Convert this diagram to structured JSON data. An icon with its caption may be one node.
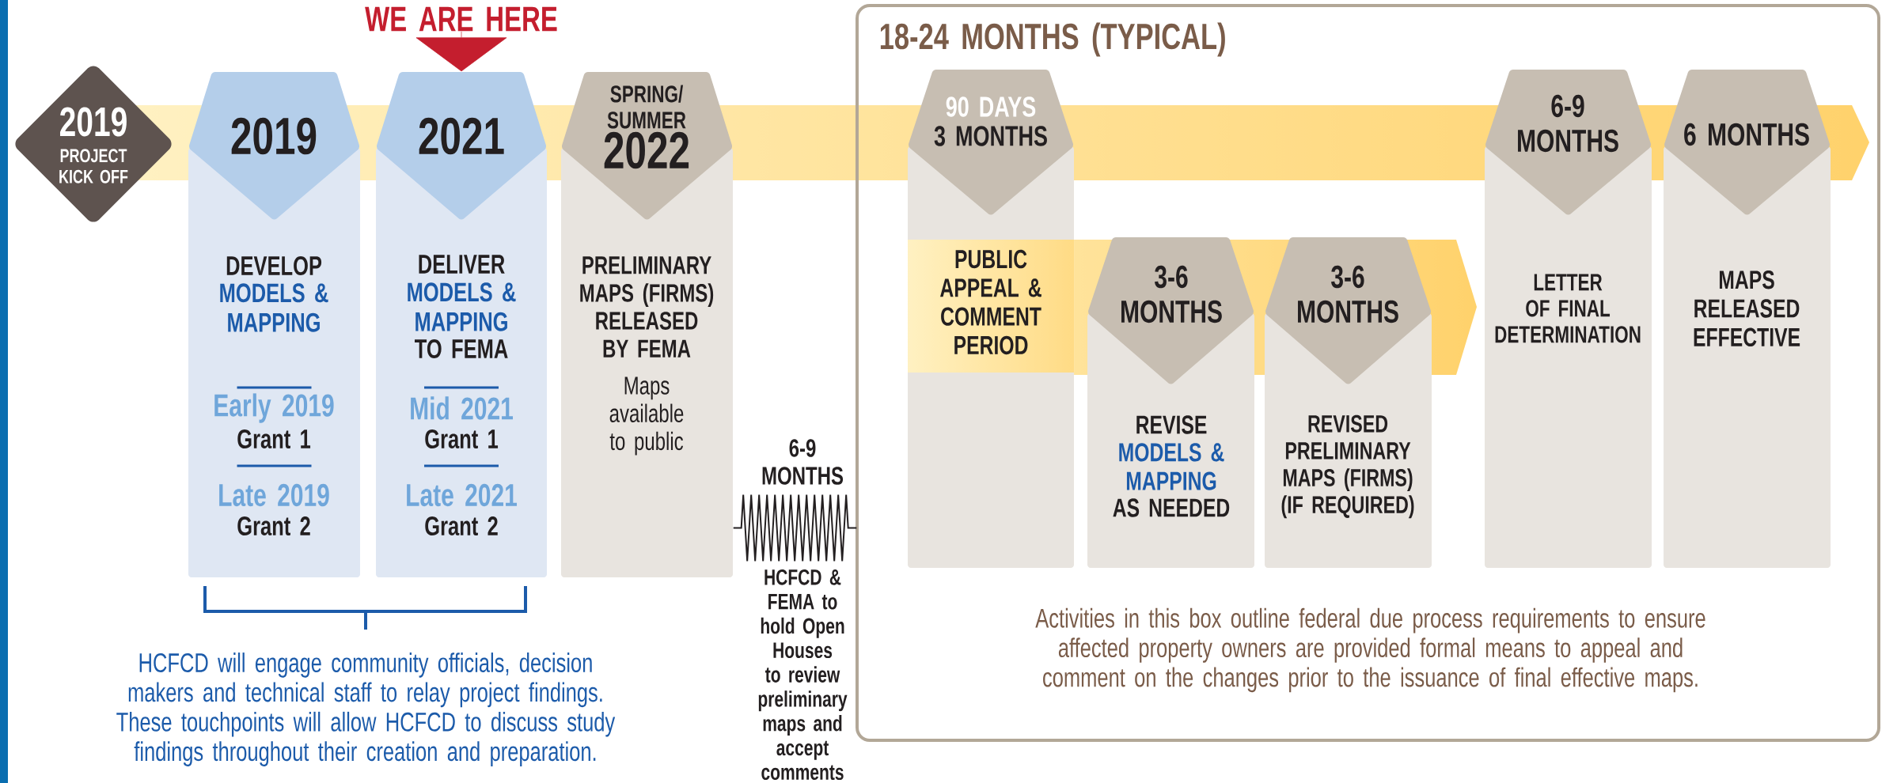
{
  "diagram": {
    "nodes": [
      {
        "text": [
          "WE ARE HERE"
        ]
      },
      {
        "text": [
          "2019",
          "PROJECT KICK OFF"
        ]
      },
      {
        "text": [
          "2019",
          "DEVELOP",
          "MODELS & MAPPING",
          "Early 2019",
          "Grant 1",
          "Late 2019",
          "Grant 2"
        ]
      },
      {
        "text": [
          "2021",
          "DELIVER",
          "MODELS & MAPPING",
          "TO FEMA",
          "Mid 2021",
          "Grant 1",
          "Late 2021",
          "Grant 2"
        ]
      },
      {
        "text": [
          "SPRING/ SUMMER",
          "2022",
          "PRELIMINARY MAPS (FIRMS) RELEASED BY FEMA",
          "Maps available to public"
        ]
      },
      {
        "text": [
          "18-24 MONTHS (TYPICAL)",
          "Activities in this box outline federal due process requirements to ensure affected property owners are provided formal means to appeal and comment on the changes prior to the issuance of final effective maps."
        ]
      },
      {
        "text": [
          "90 DAYS",
          "3 MONTHS",
          "PUBLIC APPEAL & COMMENT PERIOD"
        ],
        "in": 5
      },
      {
        "text": [
          "3-6 MONTHS",
          "REVISE",
          "MODELS & MAPPING",
          "AS NEEDED"
        ],
        "in": 5
      },
      {
        "text": [
          "3-6 MONTHS",
          "REVISED PRELIMINARY MAPS (FIRMS) (IF REQUIRED)"
        ],
        "in": 5
      },
      {
        "text": [
          "6-9 MONTHS",
          "LETTER OF FINAL DETERMINATION"
        ],
        "in": 5
      },
      {
        "text": [
          "6 MONTHS",
          "MAPS RELEASED EFFECTIVE"
        ],
        "in": 5
      }
    ],
    "edges": [
      {
        "from": 0,
        "to": 3,
        "arrow": "to",
        "color": "#c41e2e"
      },
      {
        "from": 4,
        "to": 5,
        "arrow": "none",
        "label": "6-9 MONTHS",
        "color": "#231f20"
      }
    ],
    "labels": [
      "HCFCD will engage community officials, decision makers and technical staff to relay project findings. These touchpoints will allow HCFCD to discuss study findings throughout their creation and preparation.",
      "HCFCD & FEMA to hold Open Houses to review preliminary maps and accept comments"
    ]
  }
}
